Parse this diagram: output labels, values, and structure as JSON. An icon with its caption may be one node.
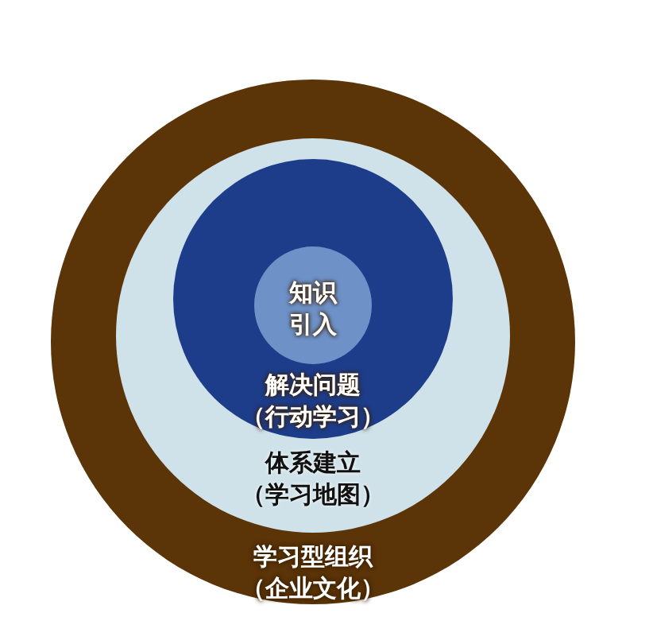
{
  "diagram": {
    "nodes": [
      {
        "text": [
          "学习型组织",
          "（企业文化）"
        ]
      },
      {
        "text": [
          "体系建立",
          "（学习地图）"
        ],
        "in": 0
      },
      {
        "text": [
          "解决问题",
          "（行动学习）"
        ],
        "in": 1
      },
      {
        "text": [
          "知识引入"
        ],
        "in": 2
      }
    ]
  }
}
